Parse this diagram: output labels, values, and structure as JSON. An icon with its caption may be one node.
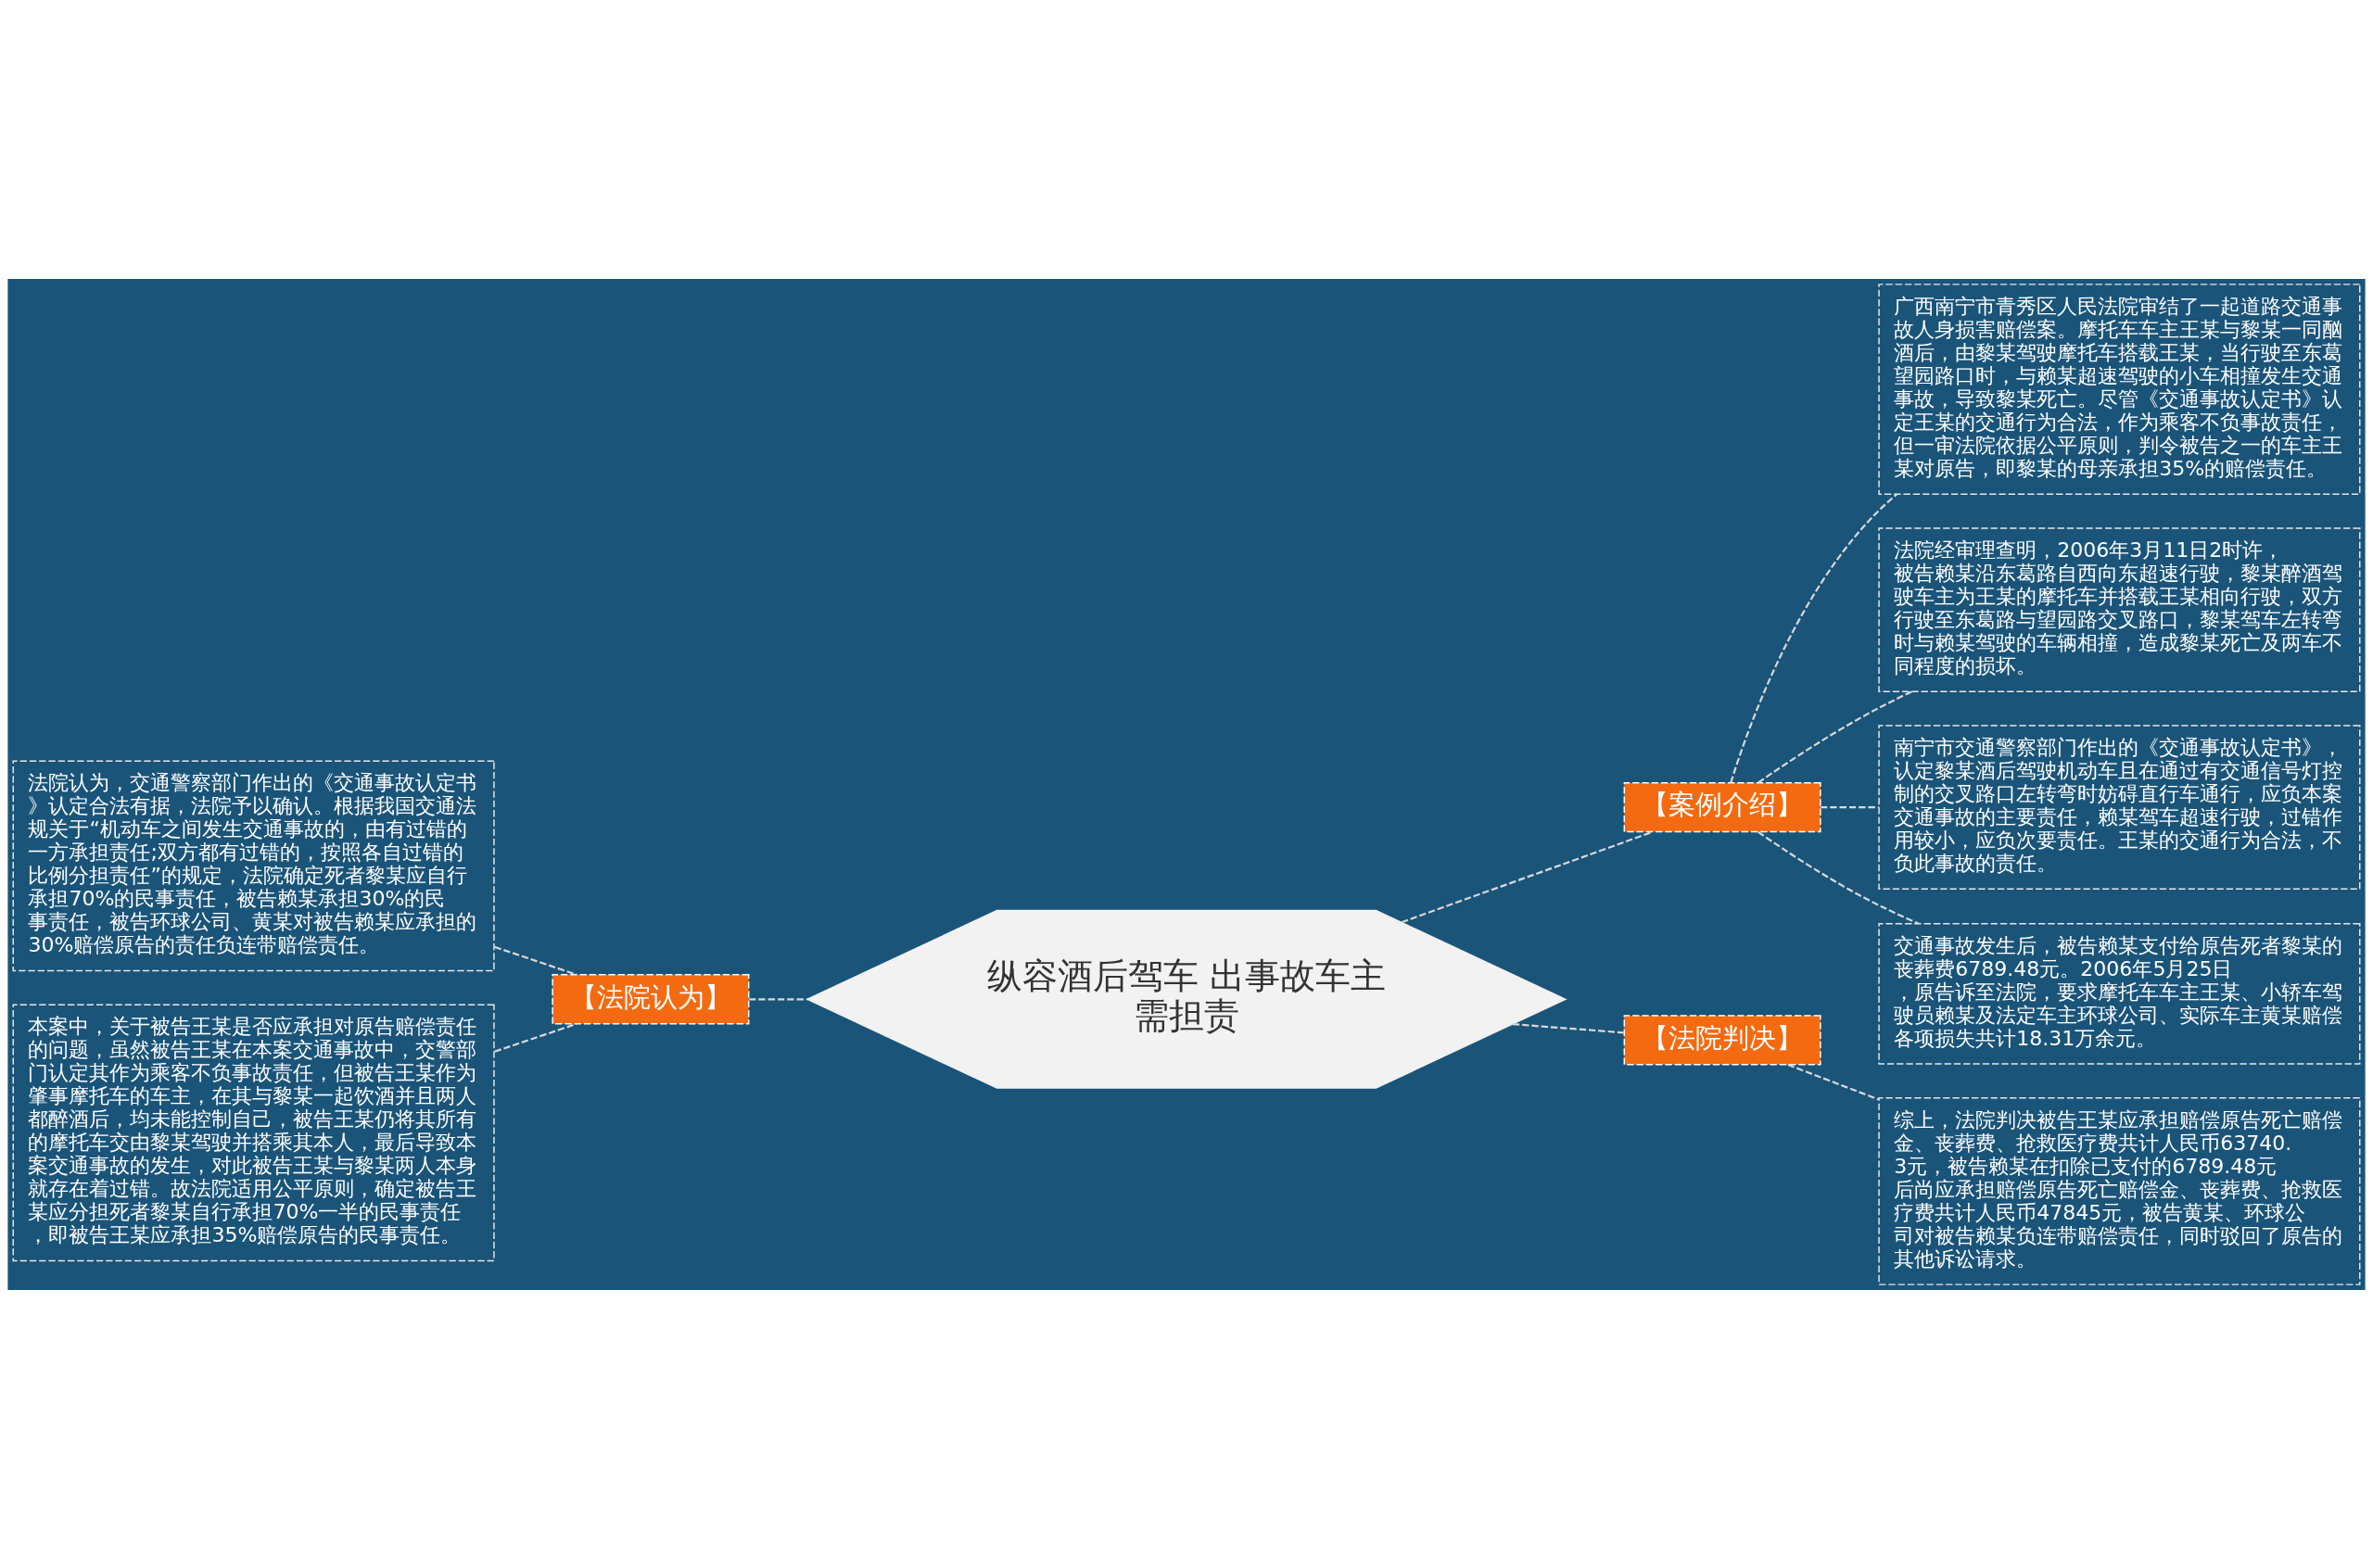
{
  "diagram": {
    "nodes": [
      {
        "text": [
          "纵容酒后驾车 出事故车主需担责"
        ]
      },
      {
        "text": [
          "【法院认为】"
        ]
      },
      {
        "text": [
          "法院认为，交通警察部门作出的《交通事故认定书》认定合法有据，法院予以确认。根据我国交通法规关于“机动车之间发生交通事故的，由有过错的一方承担责任;双方都有过错的，按照各自过错的比例分担责任”的规定，法院确定死者黎某应自行承担70%的民事责任，被告赖某承担30%的民事责任，被告环球公司、黄某对被告赖某应承担的30%赔偿原告的责任负连带赔偿责任。"
        ]
      },
      {
        "text": [
          "本案中，关于被告王某是否应承担对原告赔偿责任的问题，虽然被告王某在本案交通事故中，交警部门认定其作为乘客不负事故责任，但被告王某作为肇事摩托车的车主，在其与黎某一起饮酒并且两人都醉酒后，均未能控制自己，被告王某仍将其所有的摩托车交由黎某驾驶并搭乘其本人，最后导致本案交通事故的发生，对此被告王某与黎某两人本身就存在着过错。故法院适用公平原则，确定被告王某应分担死者黎某自行承担70%一半的民事责任，即被告王某应承担35%赔偿原告的民事责任。"
        ]
      },
      {
        "text": [
          "【案例介绍】"
        ]
      },
      {
        "text": [
          "广西南宁市青秀区人民法院审结了一起道路交通事故人身损害赔偿案。摩托车车主王某与黎某一同酗酒后，由黎某驾驶摩托车搭载王某，当行驶至东葛望园路口时，与赖某超速驾驶的小车相撞发生交通事故，导致黎某死亡。尽管《交通事故认定书》认定王某的交通行为合法，作为乘客不负事故责任，但一审法院依据公平原则，判令被告之一的车主王某对原告，即黎某的母亲承担35%的赔偿责任。"
        ]
      },
      {
        "text": [
          "法院经审理查明，2006年3月11日2时许，被告赖某沿东葛路自西向东超速行驶，黎某醉酒驾驶车主为王某的摩托车并搭载王某相向行驶，双方行驶至东葛路与望园路交叉路口，黎某驾车左转弯时与赖某驾驶的车辆相撞，造成黎某死亡及两车不同程度的损坏。"
        ]
      },
      {
        "text": [
          "南宁市交通警察部门作出的《交通事故认定书》，认定黎某酒后驾驶机动车且在通过有交通信号灯控制的交叉路口左转弯时妨碍直行车通行，应负本案交通事故的主要责任，赖某驾车超速行驶，过错作用较小，应负次要责任。王某的交通行为合法，不负此事故的责任。"
        ]
      },
      {
        "text": [
          "交通事故发生后，被告赖某支付给原告死者黎某的丧葬费6789.48元。2006年5月25日，原告诉至法院，要求摩托车车主王某、小轿车驾驶员赖某及法定车主环球公司、实际车主黄某赔偿各项损失共计18.31万余元。"
        ]
      },
      {
        "text": [
          "【法院判决】"
        ]
      },
      {
        "text": [
          "综上，法院判决被告王某应承担赔偿原告死亡赔偿金、丧葬费、抢救医疗费共计人民币63740.3元，被告赖某在扣除已支付的6789.48元后尚应承担赔偿原告死亡赔偿金、丧葬费、抢救医疗费共计人民币47845元，被告黄某、环球公司对被告赖某负连带赔偿责任，同时驳回了原告的其他诉讼请求。"
        ]
      }
    ],
    "edges": [
      {
        "from": 0,
        "to": 1,
        "arrow": "none",
        "style": "dashed"
      },
      {
        "from": 1,
        "to": 2,
        "arrow": "none",
        "style": "dashed"
      },
      {
        "from": 1,
        "to": 3,
        "arrow": "none",
        "style": "dashed"
      },
      {
        "from": 0,
        "to": 4,
        "arrow": "none",
        "style": "dashed"
      },
      {
        "from": 4,
        "to": 5,
        "arrow": "none",
        "style": "dashed"
      },
      {
        "from": 4,
        "to": 6,
        "arrow": "none",
        "style": "dashed"
      },
      {
        "from": 4,
        "to": 7,
        "arrow": "none",
        "style": "dashed"
      },
      {
        "from": 4,
        "to": 8,
        "arrow": "none",
        "style": "dashed"
      },
      {
        "from": 0,
        "to": 9,
        "arrow": "none",
        "style": "dashed"
      },
      {
        "from": 9,
        "to": 10,
        "arrow": "none",
        "style": "dashed"
      }
    ]
  }
}
